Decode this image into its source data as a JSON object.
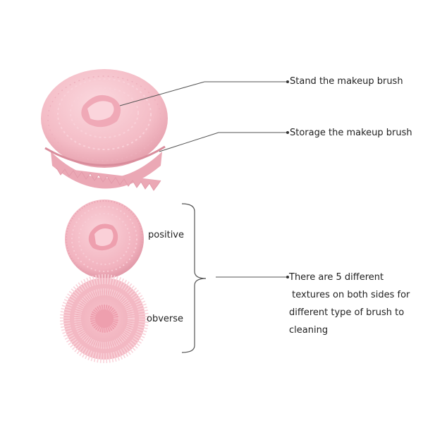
{
  "labels": {
    "stand": "Stand the makeup brush",
    "storage": "Storage the makeup brush",
    "positive": "positive",
    "obverse": "obverse"
  },
  "description": {
    "lines": [
      "There are 5 different",
      " textures on both sides for",
      "different type of brush to",
      "cleaning"
    ]
  },
  "colors": {
    "product_pink": "#f4bcc6",
    "product_shadow": "#e29aa9",
    "line": "#555555",
    "text": "#222222"
  }
}
